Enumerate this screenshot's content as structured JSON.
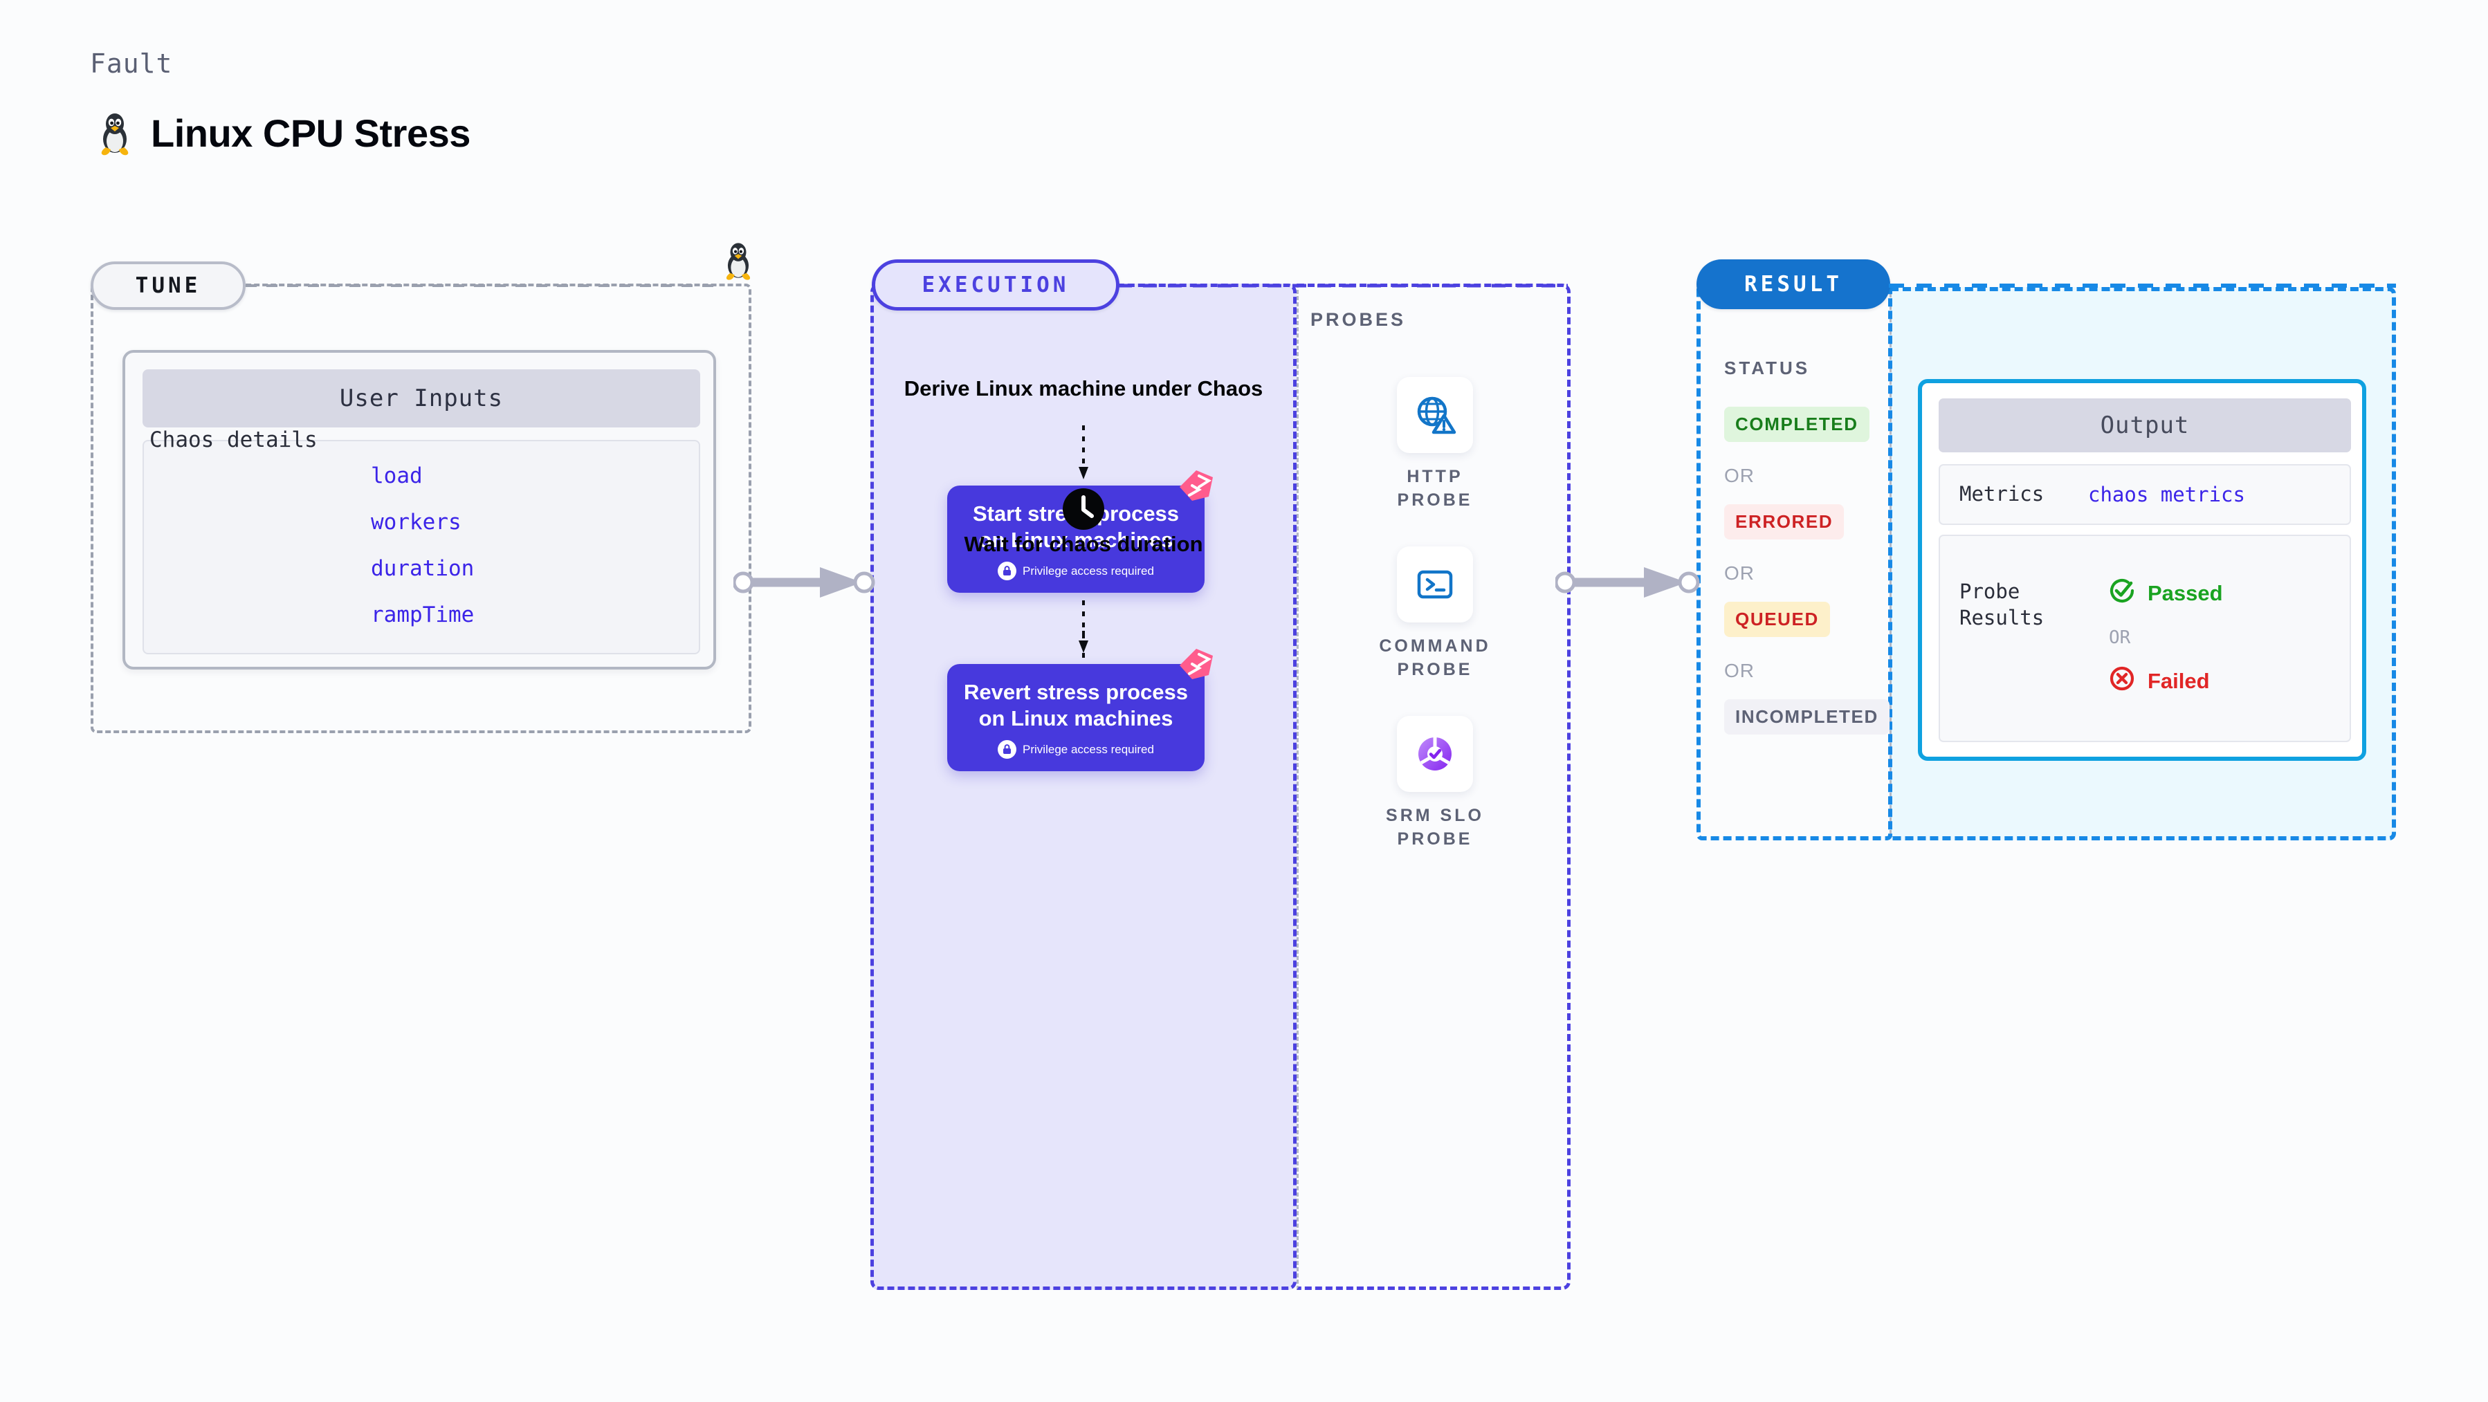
{
  "header": {
    "kicker": "Fault",
    "title": "Linux CPU Stress",
    "os_icon": "linux-penguin-icon"
  },
  "stages": {
    "tune": {
      "badge": "TUNE",
      "card_title": "User Inputs",
      "row_label": "Chaos details",
      "params": [
        "load",
        "workers",
        "duration",
        "rampTime"
      ],
      "os_icon": "linux-penguin-icon"
    },
    "execution": {
      "badge": "EXECUTION",
      "steps": [
        {
          "kind": "title",
          "text": "Derive Linux machine under Chaos"
        },
        {
          "kind": "action",
          "text": "Start stress process on Linux machines",
          "note": "Privilege access required",
          "note_icon": "lock-icon",
          "brand_icon": "harness-logo-icon"
        },
        {
          "kind": "wait",
          "icon": "clock-icon",
          "text": "Wait for chaos duration"
        },
        {
          "kind": "action",
          "text": "Revert stress process on Linux machines",
          "note": "Privilege access required",
          "note_icon": "lock-icon",
          "brand_icon": "harness-logo-icon"
        }
      ]
    },
    "probes": {
      "label": "PROBES",
      "items": [
        {
          "name": "HTTP PROBE",
          "icon": "globe-warning-icon"
        },
        {
          "name": "COMMAND PROBE",
          "icon": "terminal-prompt-icon"
        },
        {
          "name": "SRM SLO PROBE",
          "icon": "slo-donut-check-icon"
        }
      ]
    },
    "result": {
      "badge": "RESULT",
      "status_label": "STATUS",
      "or_text": "OR",
      "statuses": [
        {
          "text": "COMPLETED",
          "bg": "#dff5dd",
          "fg": "#187d1b"
        },
        {
          "text": "ERRORED",
          "bg": "#fdecec",
          "fg": "#cd2224"
        },
        {
          "text": "QUEUED",
          "bg": "#fdf0ca",
          "fg": "#cd2224"
        },
        {
          "text": "INCOMPLETED",
          "bg": "#f1f1f6",
          "fg": "#5d6275"
        }
      ],
      "output": {
        "title": "Output",
        "metrics_label": "Metrics",
        "metrics_value": "chaos metrics",
        "probe_results_label": "Probe Results",
        "passed_text": "Passed",
        "passed_icon": "check-circle-icon",
        "failed_text": "Failed",
        "failed_icon": "x-circle-icon",
        "or_text": "OR"
      }
    }
  },
  "colors": {
    "execution_purple": "#4739dd",
    "execution_fill": "#e6e5fb",
    "result_blue": "#1573cd",
    "output_cyan": "#0fa1e0",
    "param_blue": "#3b24e8",
    "passed_green": "#1aa321",
    "failed_red": "#e12626",
    "harness_pink": "#ff5c8d"
  }
}
